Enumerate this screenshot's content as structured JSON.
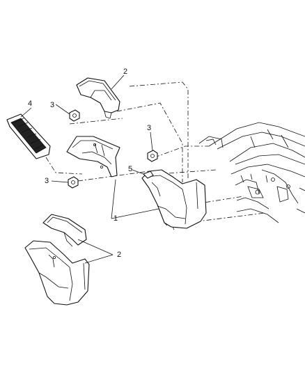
{
  "callouts": {
    "c2_top": "2",
    "c4": "4",
    "c3_upper": "3",
    "c3_right": "3",
    "c5": "5",
    "c3_lower": "3",
    "c1": "1",
    "c2_bottom": "2"
  },
  "colors": {
    "ink": "#111111",
    "background": "#ffffff",
    "filter_fill": "#222222"
  }
}
